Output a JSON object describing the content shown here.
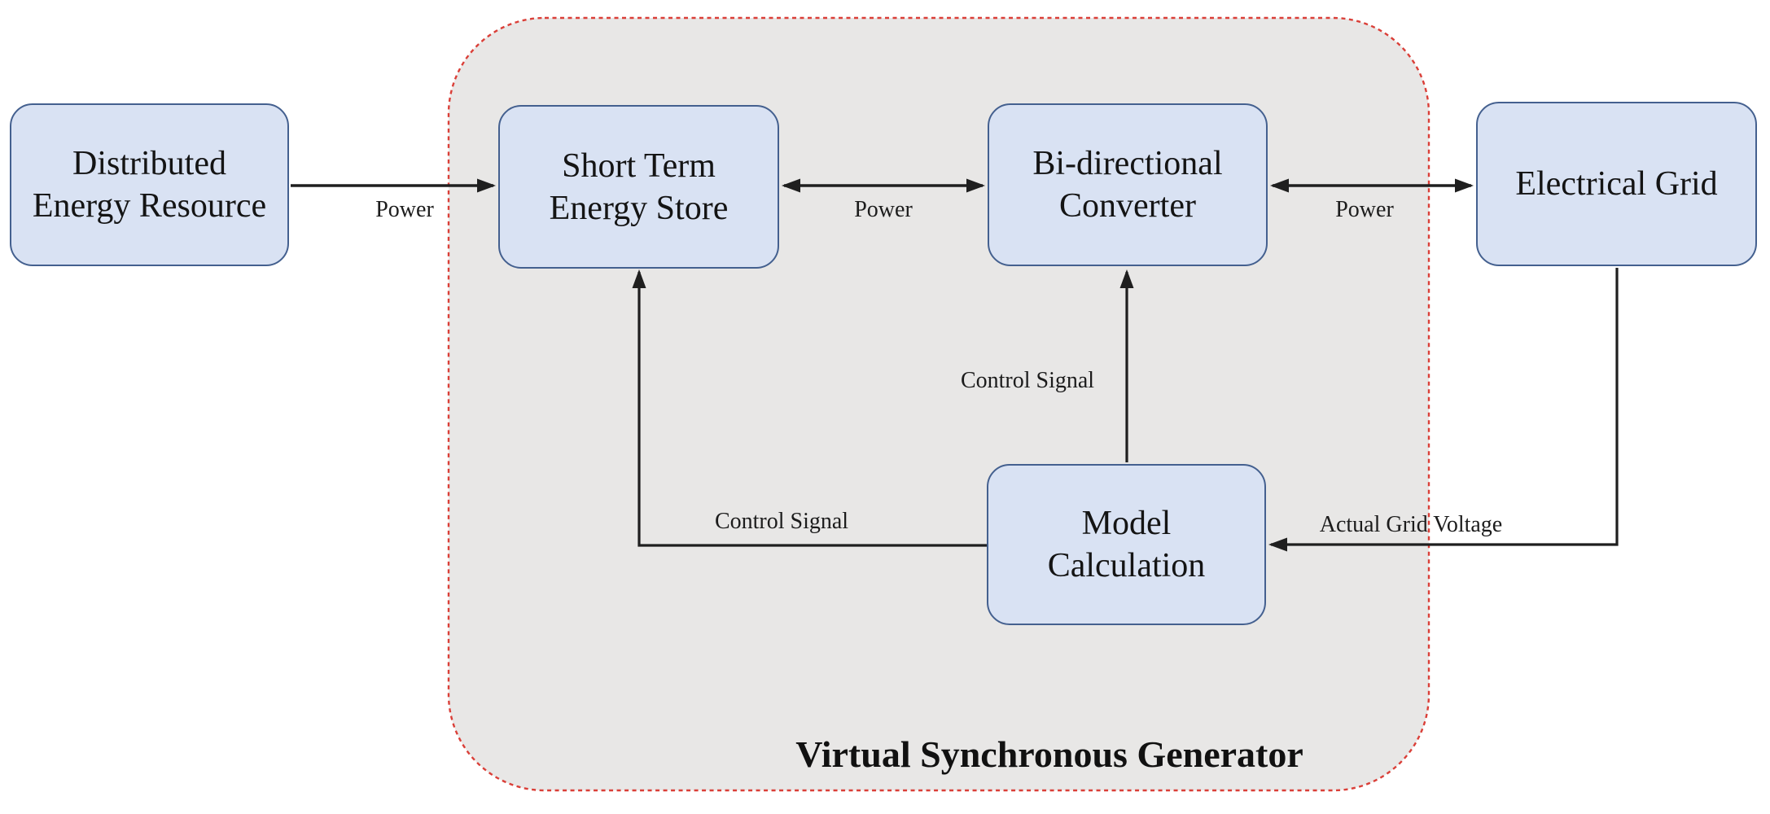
{
  "diagram": {
    "title": "Virtual Synchronous Generator",
    "nodes": {
      "der": {
        "label": "Distributed Energy Resource"
      },
      "stes": {
        "label": "Short Term Energy Store"
      },
      "bdc": {
        "label": "Bi-directional Converter"
      },
      "grid": {
        "label": "Electrical Grid"
      },
      "model": {
        "label": "Model Calculation"
      }
    },
    "edges": {
      "der_to_stes": {
        "label": "Power",
        "from": "der",
        "to": "stes",
        "direction": "one-way"
      },
      "stes_bdc": {
        "label": "Power",
        "from": "stes",
        "to": "bdc",
        "direction": "two-way"
      },
      "bdc_grid": {
        "label": "Power",
        "from": "bdc",
        "to": "grid",
        "direction": "two-way"
      },
      "model_to_bdc": {
        "label": "Control Signal",
        "from": "model",
        "to": "bdc",
        "direction": "one-way"
      },
      "model_to_stes": {
        "label": "Control Signal",
        "from": "model",
        "to": "stes",
        "direction": "one-way"
      },
      "grid_to_model": {
        "label": "Actual Grid Voltage",
        "from": "grid",
        "to": "model",
        "direction": "one-way"
      }
    },
    "colors": {
      "node_fill": "#d9e2f3",
      "node_border": "#44608f",
      "container_fill": "#e8e7e6",
      "container_border": "#da3f38",
      "arrow": "#1f1f1f",
      "background": "#ffffff"
    }
  }
}
